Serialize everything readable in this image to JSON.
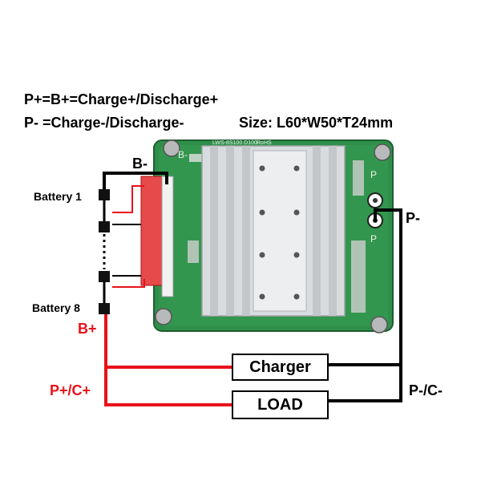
{
  "notes": {
    "line1": "P+=B+=Charge+/Discharge+",
    "line2": "P- =Charge-/Discharge-",
    "size": "Size: L60*W50*T24mm"
  },
  "labels": {
    "b_minus": "B-",
    "battery_1": "Battery 1",
    "battery_8": "Battery 8",
    "b_plus": "B+",
    "p_minus": "P-",
    "p_plus_c_plus": "P+/C+",
    "p_minus_c_minus": "P-/C-"
  },
  "boxes": {
    "charger": "Charger",
    "load": "LOAD"
  },
  "board_print": {
    "b_minus": "B-",
    "p_top": "P",
    "p_bottom": "P",
    "model": "LWS-8S100 D100",
    "rohs": "RoHS"
  },
  "colors": {
    "positive_wire": "#e8121a",
    "negative_wire": "#000000",
    "pcb": "#2f8f4a",
    "heatsink": "#d9dcde"
  }
}
